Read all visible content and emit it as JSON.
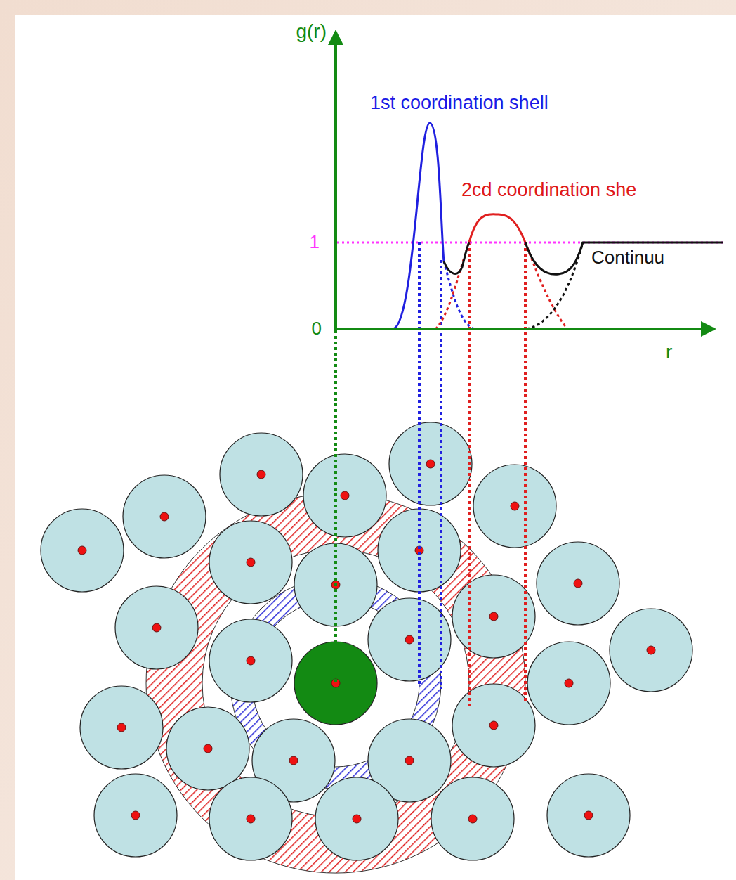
{
  "diagram": {
    "labels": [
      "g(r)",
      "1st coordination shell",
      "2cd coordination she",
      "1",
      "0",
      "r",
      "Continuu"
    ]
  }
}
